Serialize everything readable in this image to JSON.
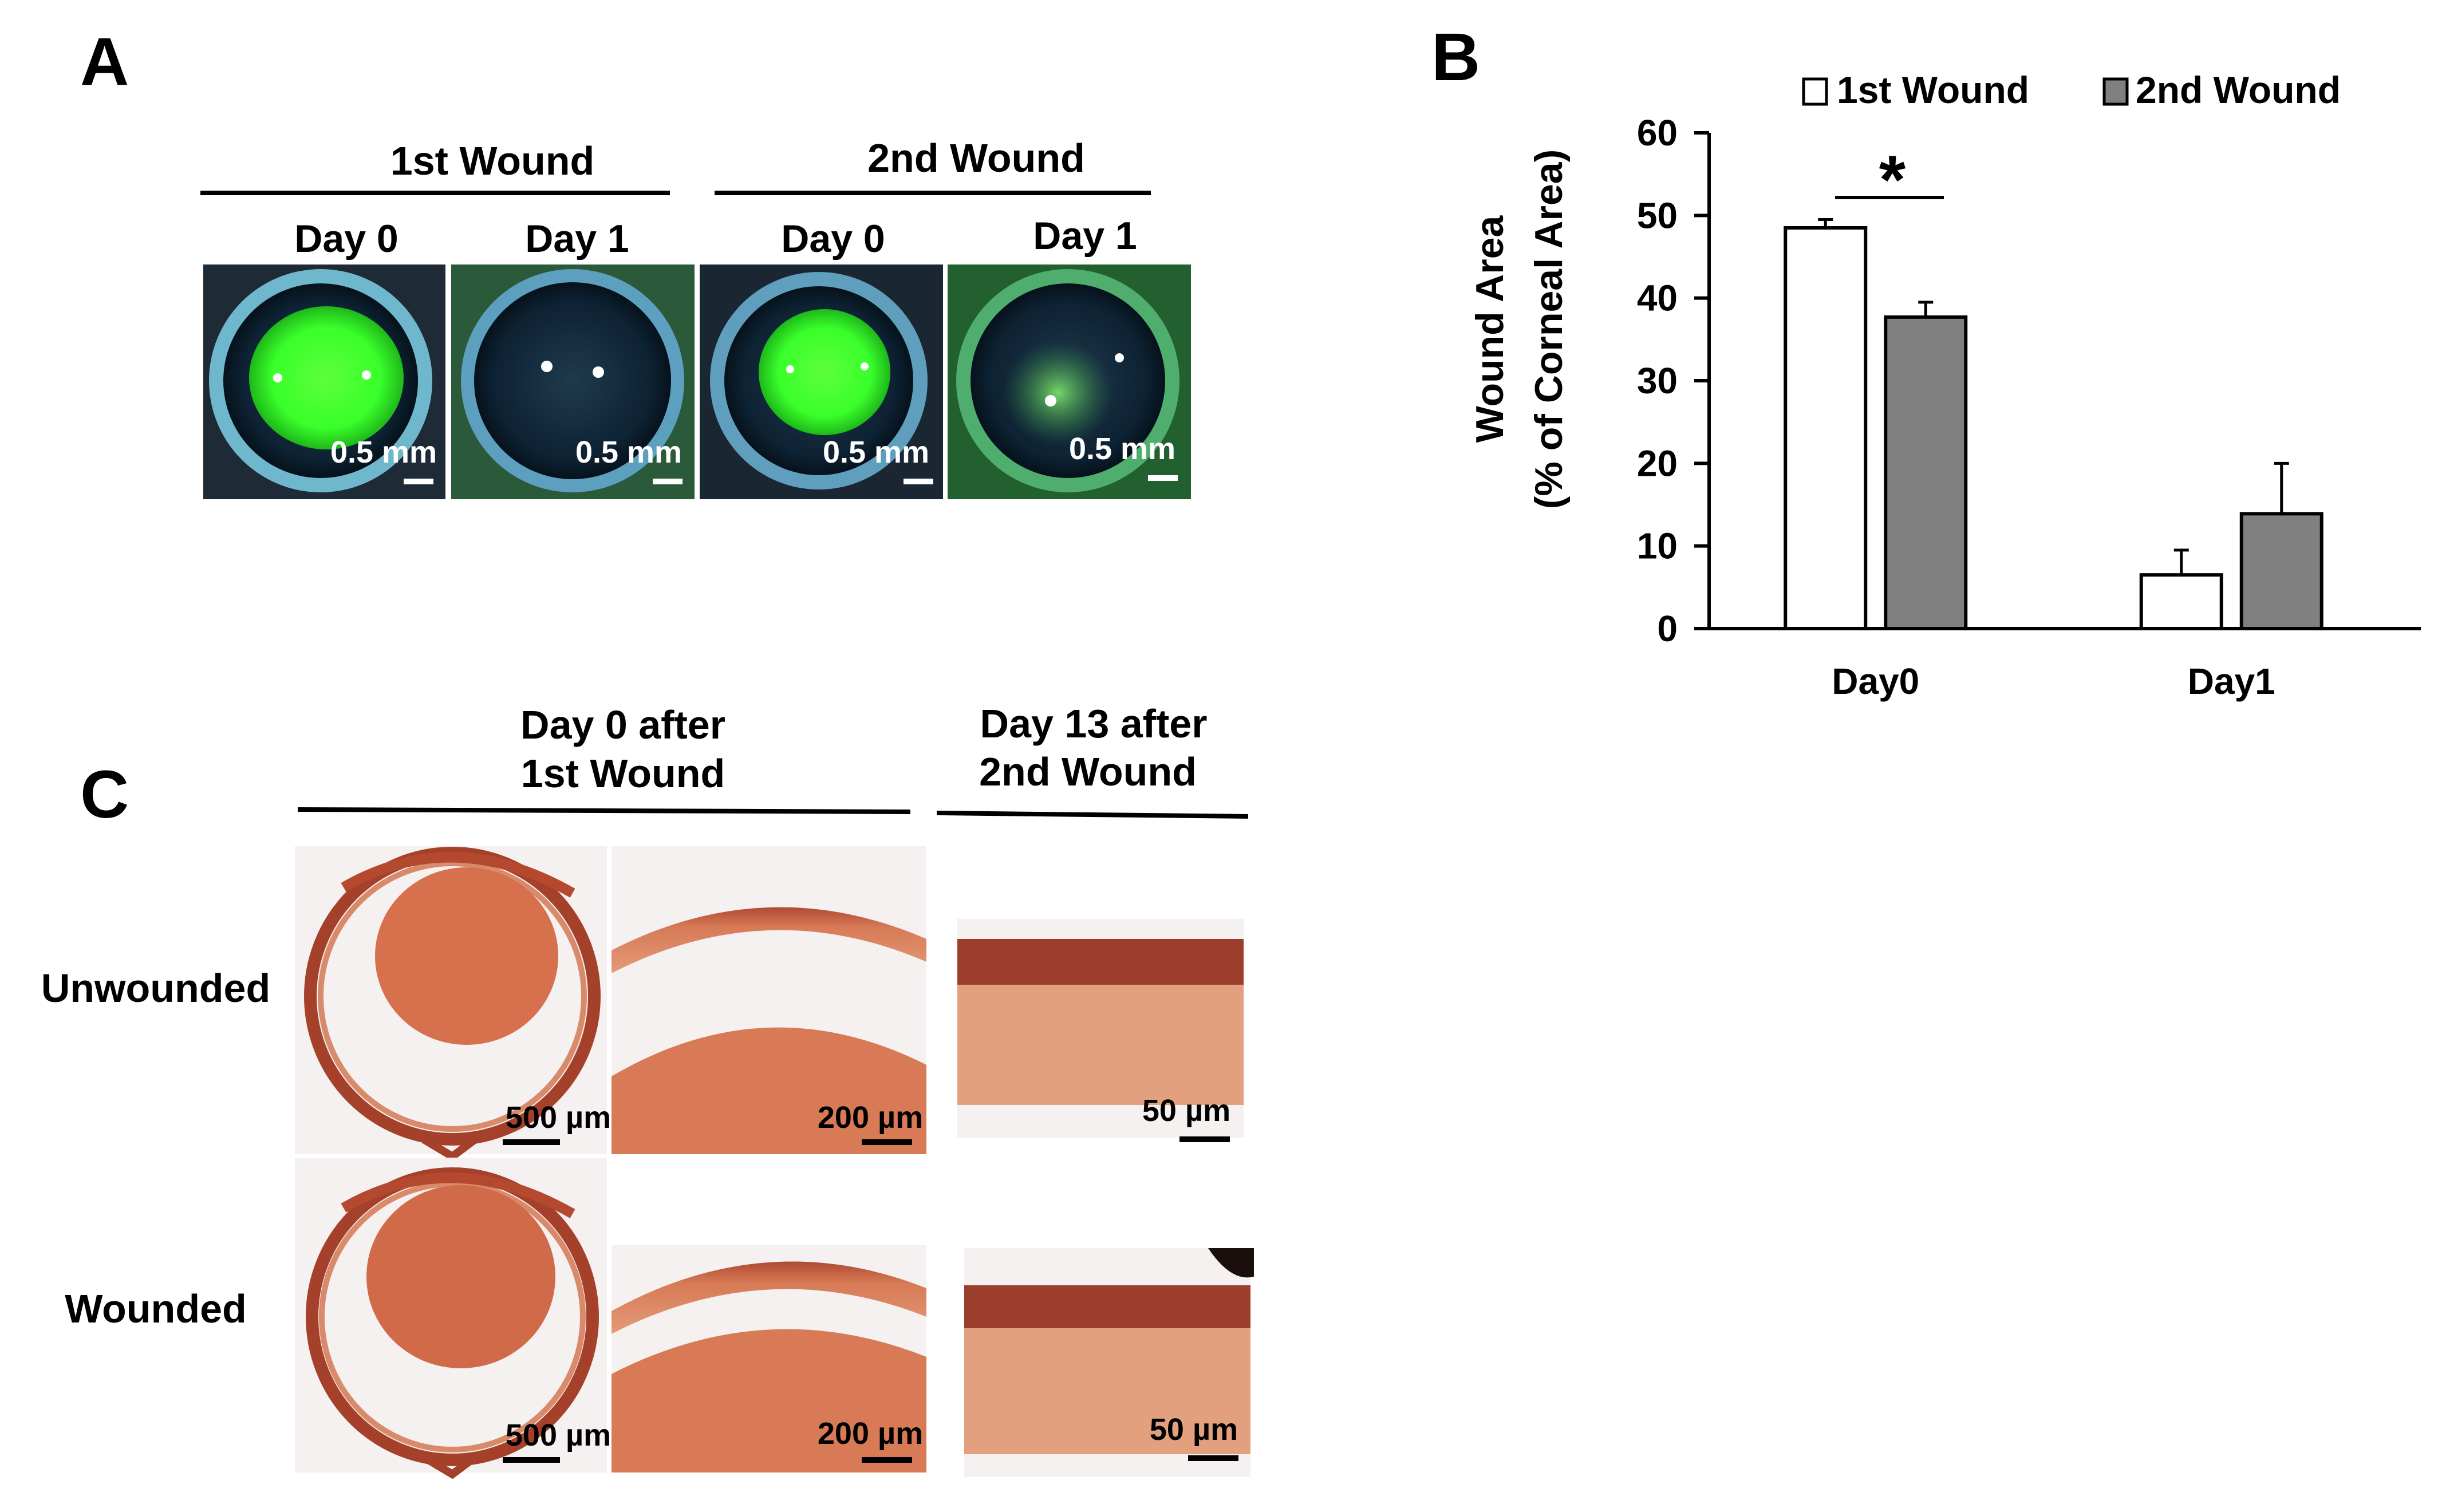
{
  "panels": {
    "A": {
      "letter": "A",
      "groups": [
        {
          "title": "1st Wound",
          "days": [
            "Day 0",
            "Day 1"
          ]
        },
        {
          "title": "2nd Wound",
          "days": [
            "Day 0",
            "Day 1"
          ]
        }
      ],
      "scale_label": "0.5 mm",
      "colors": {
        "stain": "#39ff2a",
        "dark": "#0b1a2a",
        "limbus": "#7fc6d9"
      }
    },
    "B": {
      "letter": "B"
    },
    "C": {
      "letter": "C",
      "col_headers": [
        "Day 0 after",
        "1st Wound",
        "Day 13 after",
        "2nd Wound"
      ],
      "rows": [
        "Unwounded",
        "Wounded"
      ],
      "scales": [
        "500 µm",
        "200 µm",
        "50 µm"
      ],
      "colors": {
        "tissue": "#d9825f",
        "epithelium": "#9b3f2c",
        "background": "#f2efee"
      }
    }
  },
  "chart_data": {
    "type": "bar",
    "categories": [
      "Day0",
      "Day1"
    ],
    "series": [
      {
        "name": "1st Wound",
        "values": [
          48.5,
          6.5
        ],
        "errors": [
          1.0,
          3.0
        ],
        "color": "#ffffff"
      },
      {
        "name": "2nd Wound",
        "values": [
          37.7,
          13.9
        ],
        "errors": [
          1.8,
          6.1
        ],
        "color": "#808080"
      }
    ],
    "ylabel_lines": [
      "Wound Area",
      "(% of Corneal Area)"
    ],
    "ylim": [
      0,
      60
    ],
    "yticks": [
      "0",
      "10",
      "20",
      "30",
      "40",
      "50",
      "60"
    ],
    "legend_position": "top",
    "grid": false,
    "significance": {
      "label": "*",
      "category": "Day0"
    }
  }
}
